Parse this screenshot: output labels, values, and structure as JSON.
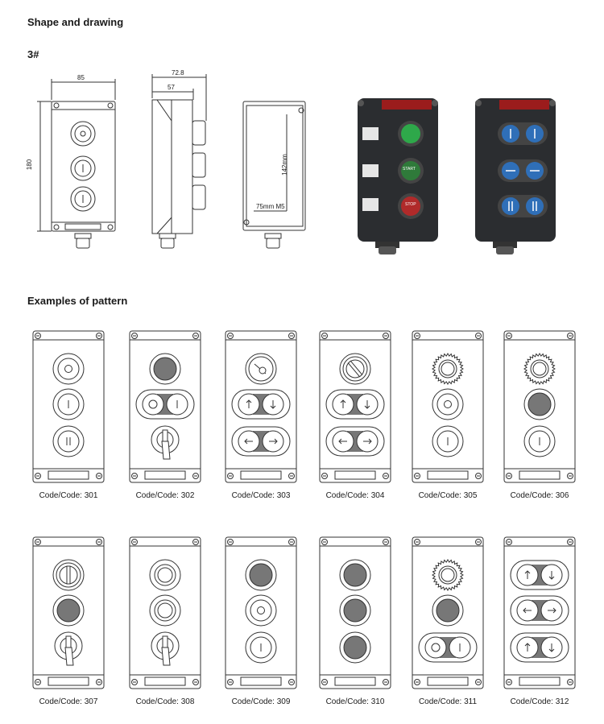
{
  "section_shape": {
    "title": "Shape and drawing",
    "model": "3#"
  },
  "dimensions": {
    "width_front": "85",
    "height_front": "180",
    "depth_total": "72.8",
    "depth_body": "57",
    "height_mount": "142mm",
    "mount_width": "75mm M5"
  },
  "photo_labels": {
    "start": "START",
    "stop": "STOP"
  },
  "section_pattern": {
    "title": "Examples of pattern"
  },
  "patterns": [
    {
      "code": "Code/Code: 301",
      "slots": [
        "o",
        "i",
        "ii"
      ]
    },
    {
      "code": "Code/Code: 302",
      "slots": [
        "lamp",
        "oi",
        "lever"
      ]
    },
    {
      "code": "Code/Code: 303",
      "slots": [
        "keyswitch",
        "updown",
        "leftright"
      ]
    },
    {
      "code": "Code/Code: 304",
      "slots": [
        "selector",
        "updown",
        "leftright"
      ]
    },
    {
      "code": "Code/Code: 305",
      "slots": [
        "estop",
        "o",
        "i"
      ]
    },
    {
      "code": "Code/Code: 306",
      "slots": [
        "estop",
        "lamp",
        "i"
      ]
    },
    {
      "code": "Code/Code: 307",
      "slots": [
        "selector2",
        "lamp",
        "lever"
      ]
    },
    {
      "code": "Code/Code: 308",
      "slots": [
        "blank",
        "blank",
        "lever"
      ]
    },
    {
      "code": "Code/Code: 309",
      "slots": [
        "lamp",
        "o",
        "i"
      ]
    },
    {
      "code": "Code/Code: 310",
      "slots": [
        "lamp",
        "lamp",
        "lamp"
      ]
    },
    {
      "code": "Code/Code: 311",
      "slots": [
        "estop",
        "lamp",
        "oi"
      ]
    },
    {
      "code": "Code/Code: 312",
      "slots": [
        "updown",
        "leftright",
        "updown"
      ]
    }
  ]
}
